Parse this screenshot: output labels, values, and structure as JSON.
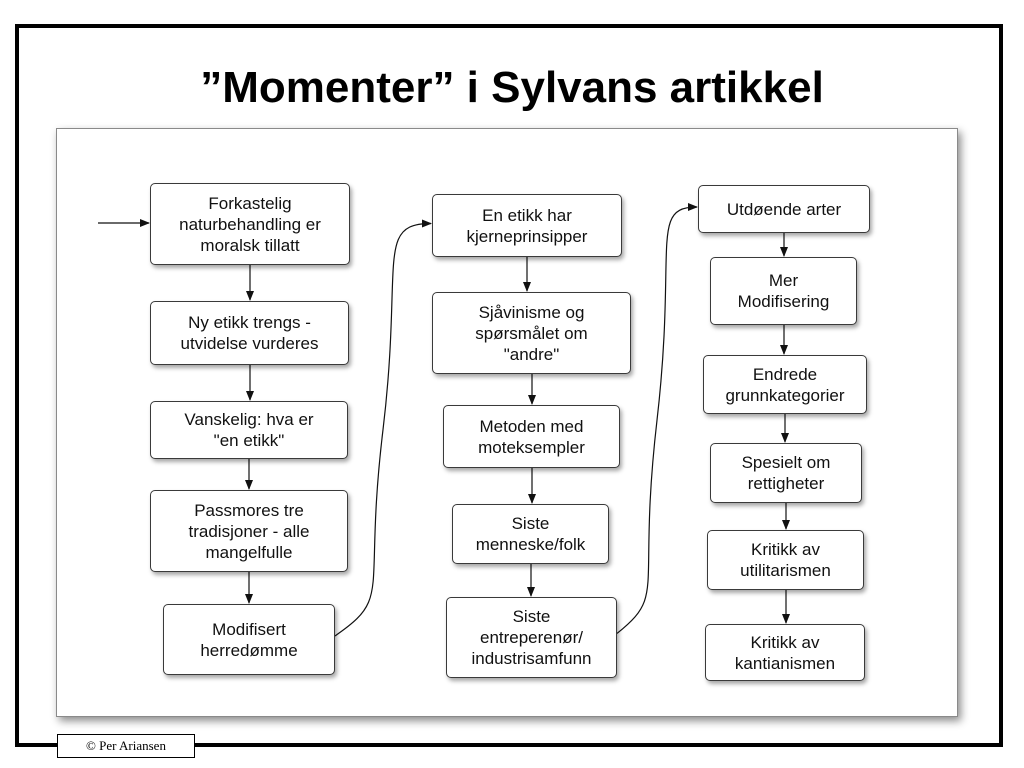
{
  "title": "”Momenter” i Sylvans artikkel",
  "credit": "© Per Ariansen",
  "nodes": [
    {
      "id": "n1",
      "label": "Forkastelig\nnaturbehandling er\nmoralsk tillatt"
    },
    {
      "id": "n2",
      "label": "Ny etikk trengs -\nutvidelse vurderes"
    },
    {
      "id": "n3",
      "label": "Vanskelig: hva er\n\"en etikk\""
    },
    {
      "id": "n4",
      "label": "Passmores tre\ntradisjoner - alle\nmangelfulle"
    },
    {
      "id": "n5",
      "label": "Modifisert\nherredømme"
    },
    {
      "id": "n6",
      "label": "En etikk har\nkjerneprinsipper"
    },
    {
      "id": "n7",
      "label": "Sjåvinisme og\nspørsmålet om\n\"andre\""
    },
    {
      "id": "n8",
      "label": "Metoden med\nmoteksempler"
    },
    {
      "id": "n9",
      "label": "Siste\nmenneske/folk"
    },
    {
      "id": "n10",
      "label": "Siste\nentreperenør/\nindustrisamfunn"
    },
    {
      "id": "n11",
      "label": "Utdøende arter"
    },
    {
      "id": "n12",
      "label": "Mer\nModifisering"
    },
    {
      "id": "n13",
      "label": "Endrede\ngrunnkategorier"
    },
    {
      "id": "n14",
      "label": "Spesielt om\nrettigheter"
    },
    {
      "id": "n15",
      "label": "Kritikk av\nutilitarismen"
    },
    {
      "id": "n16",
      "label": "Kritikk av\nkantianismen"
    }
  ],
  "edges": [
    [
      "n1",
      "n2"
    ],
    [
      "n2",
      "n3"
    ],
    [
      "n3",
      "n4"
    ],
    [
      "n4",
      "n5"
    ],
    [
      "n5",
      "n6"
    ],
    [
      "n6",
      "n7"
    ],
    [
      "n7",
      "n8"
    ],
    [
      "n8",
      "n9"
    ],
    [
      "n9",
      "n10"
    ],
    [
      "n10",
      "n11"
    ],
    [
      "n11",
      "n12"
    ],
    [
      "n12",
      "n13"
    ],
    [
      "n13",
      "n14"
    ],
    [
      "n14",
      "n15"
    ],
    [
      "n15",
      "n16"
    ]
  ],
  "entry_arrow_target": "n1"
}
